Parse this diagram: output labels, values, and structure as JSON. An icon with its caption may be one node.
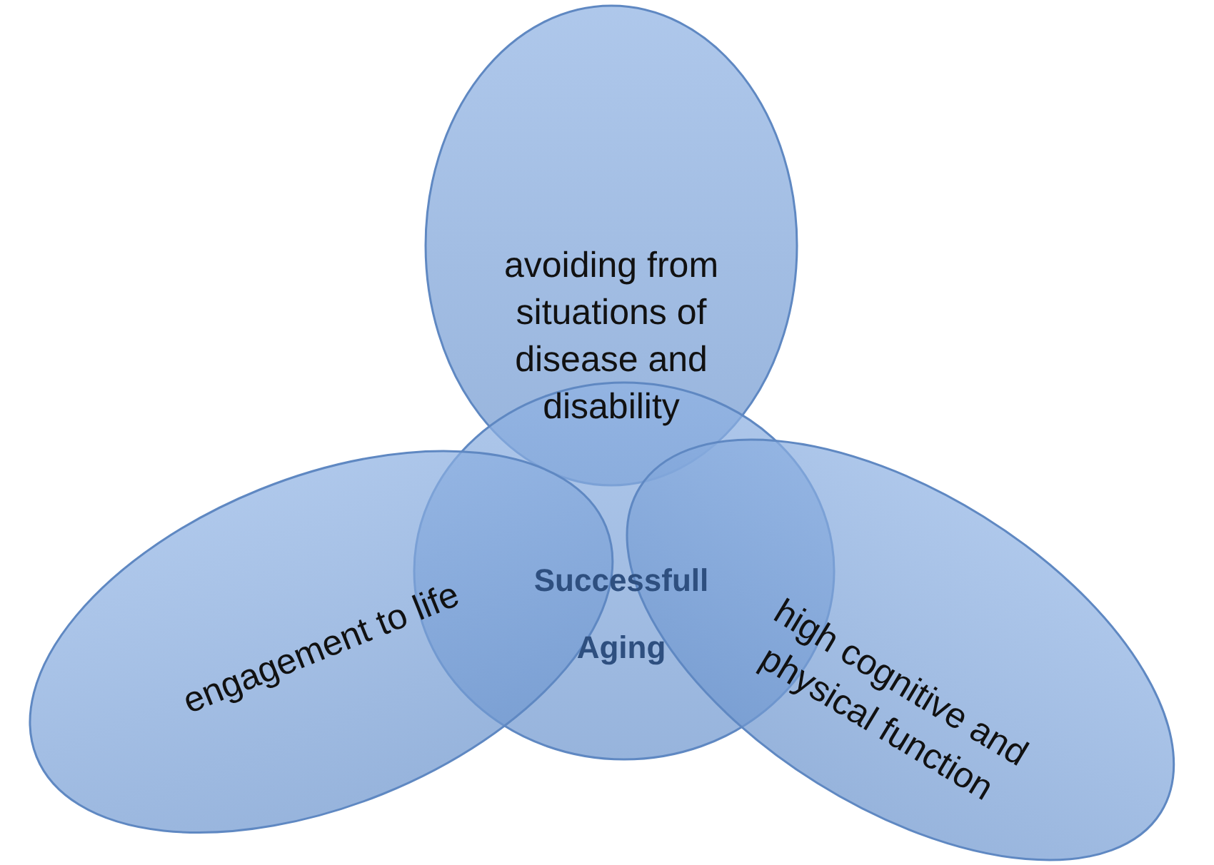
{
  "diagram": {
    "nodes": [
      {
        "text": [
          "avoiding from situations of disease and disability"
        ]
      },
      {
        "text": [
          "Successfull Aging"
        ]
      },
      {
        "text": [
          "engagement to life"
        ]
      },
      {
        "text": [
          "high cognitive and physical function"
        ]
      }
    ]
  }
}
